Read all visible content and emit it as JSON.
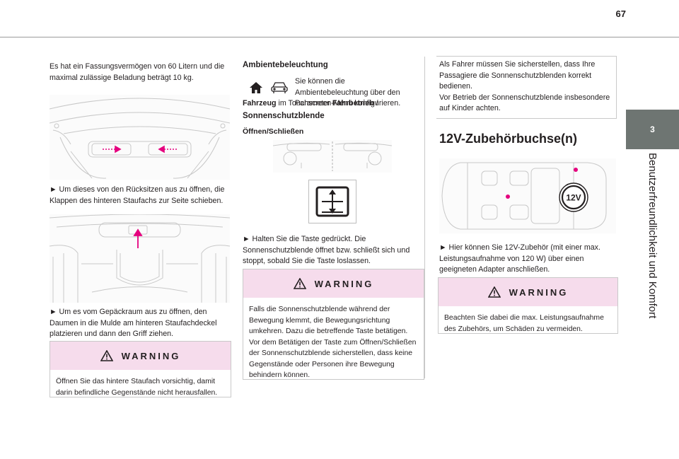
{
  "page": {
    "number": "67",
    "chapter_number": "3",
    "chapter_title": "Benutzerfreundlichkeit und Komfort"
  },
  "col1": {
    "intro": "Es hat ein Fassungsvermögen von 60 Litern und die maximal zulässige Beladung beträgt 10 kg.",
    "step1": "► Um dieses von den Rücksitzen aus zu öffnen, die Klappen des hinteren Staufachs zur Seite schieben.",
    "step2": "► Um es vom Gepäckraum aus zu öffnen, den Daumen in die Mulde am hinteren Staufachdeckel platzieren und dann den Griff ziehen.",
    "warning_label": "WARNING",
    "warning_text": "Öffnen Sie das hintere Staufach vorsichtig, damit darin befindliche Gegenstände nicht herausfallen."
  },
  "col2": {
    "ambient_heading": "Ambientebeleuchtung",
    "ambient_text_a": "Sie können die Ambientebeleuchtung über den Parameter",
    "ambient_bold1": "Fahrbetrieb",
    "ambient_sep": "/",
    "ambient_bold2": "Fahrzeug",
    "ambient_text_b": "im Touchscreen-Menü konfigurieren.",
    "sunshade_heading": "Sonnenschutzblende",
    "open_close_heading": "Öffnen/Schließen",
    "step": "► Halten Sie die Taste gedrückt. Die Sonnenschutzblende öffnet bzw. schließt sich und stoppt, sobald Sie die Taste loslassen.",
    "warning_label": "WARNING",
    "warning_text": "Falls die Sonnenschutzblende während der Bewegung klemmt, die Bewegungsrichtung umkehren. Dazu die betreffende Taste betätigen. Vor dem Betätigen der Taste zum Öffnen/Schließen der Sonnenschutzblende sicherstellen, dass keine Gegenstände oder Personen ihre Bewegung behindern können."
  },
  "col3": {
    "notice_p1": "Als Fahrer müssen Sie sicherstellen, dass Ihre Passagiere die Sonnenschutzblenden korrekt bedienen.",
    "notice_p2": "Vor Betrieb der Sonnenschutzblende insbesondere auf Kinder achten.",
    "socket_heading": "12V-Zubehörbuchse(n)",
    "socket_label": "12V",
    "step": "► Hier können Sie 12V-Zubehör (mit einer max. Leistungsaufnahme von 120 W) über einen geeigneten Adapter anschließen.",
    "warning_label": "WARNING",
    "warning_text": "Beachten Sie dabei die max. Leistungsaufnahme des Zubehörs, um Schäden zu vermeiden."
  },
  "colors": {
    "accent_pink": "#e5007e",
    "warning_header_bg": "#f6dcec",
    "chapter_tab_bg": "#6e7572",
    "line_art": "#c8c8c8"
  },
  "icons": {
    "warning": "warning-triangle-icon",
    "home": "home-icon",
    "car": "car-icon",
    "sunshade_button": "sunshade-button-icon"
  }
}
